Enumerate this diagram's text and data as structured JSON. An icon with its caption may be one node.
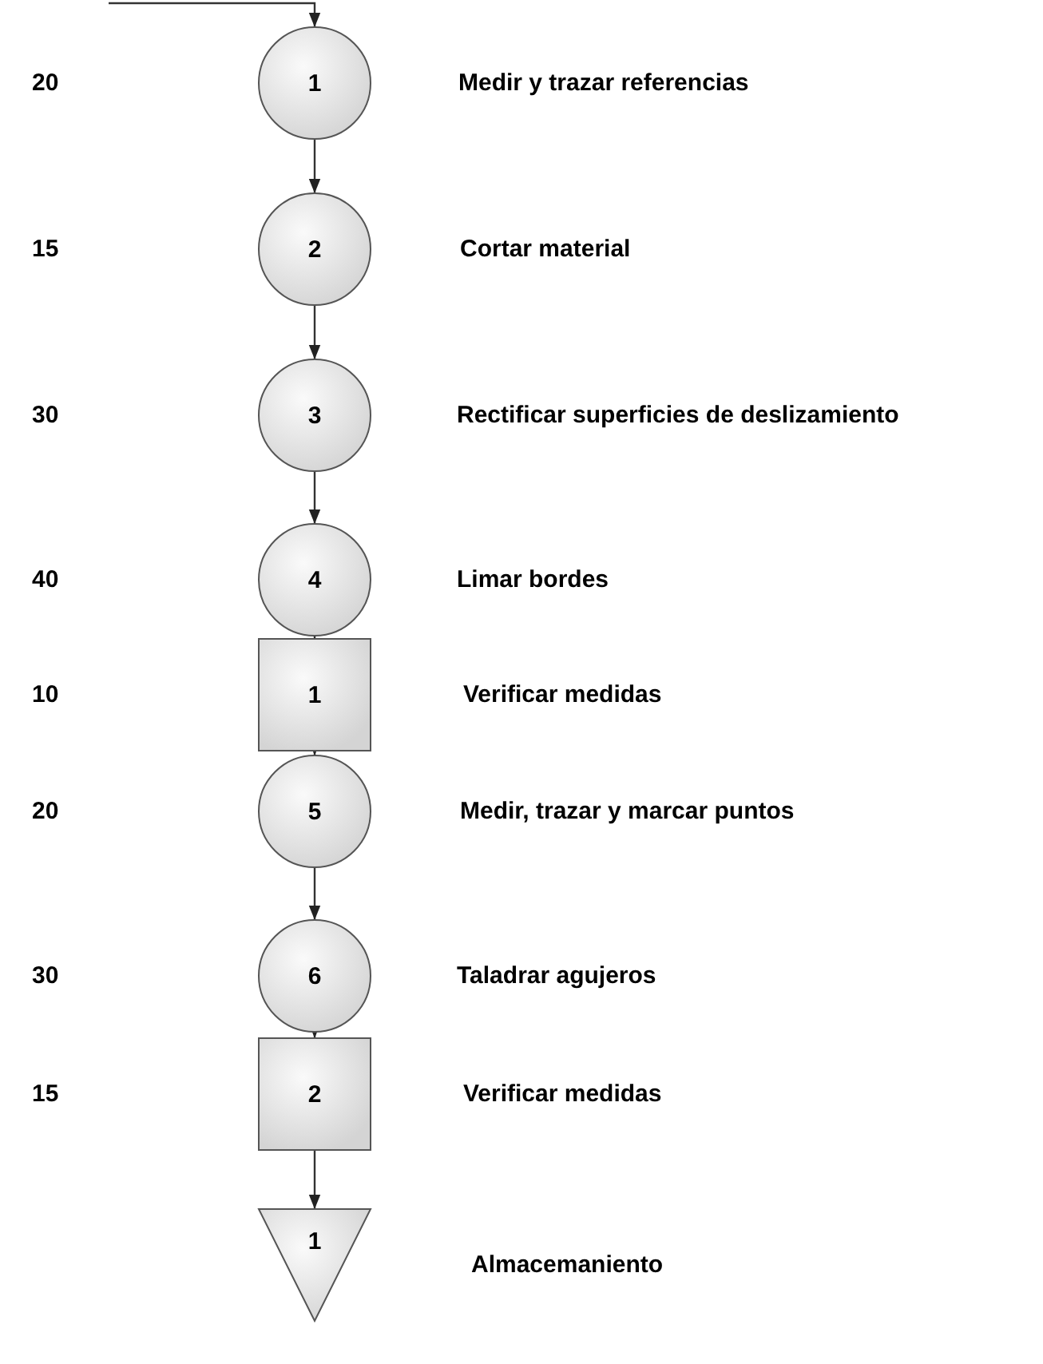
{
  "diagram": {
    "nodes": [
      {
        "text": [
          "1"
        ]
      },
      {
        "text": [
          "2"
        ]
      },
      {
        "text": [
          "3"
        ]
      },
      {
        "text": [
          "4"
        ]
      },
      {
        "text": [
          "1"
        ]
      },
      {
        "text": [
          "5"
        ]
      },
      {
        "text": [
          "6"
        ]
      },
      {
        "text": [
          "2"
        ]
      },
      {
        "text": [
          "1"
        ]
      }
    ],
    "edges": [
      {
        "from": null,
        "to": 0,
        "arrow": "to"
      },
      {
        "from": 0,
        "to": 1,
        "arrow": "to"
      },
      {
        "from": 1,
        "to": 2,
        "arrow": "to"
      },
      {
        "from": 2,
        "to": 3,
        "arrow": "to"
      },
      {
        "from": 3,
        "to": 4,
        "arrow": "to"
      },
      {
        "from": 4,
        "to": 5,
        "arrow": "to"
      },
      {
        "from": 5,
        "to": 6,
        "arrow": "to"
      },
      {
        "from": 6,
        "to": 7,
        "arrow": "to"
      },
      {
        "from": 7,
        "to": 8,
        "arrow": "to"
      }
    ],
    "labels": [
      "20",
      "Medir y trazar referencias",
      "15",
      "Cortar material",
      "30",
      "Rectificar superficies de deslizamiento",
      "40",
      "Limar bordes",
      "10",
      "Verificar medidas",
      "20",
      "Medir, trazar y marcar puntos",
      "30",
      "Taladrar agujeros",
      "15",
      "Verificar medidas",
      "Almacemaniento"
    ]
  }
}
